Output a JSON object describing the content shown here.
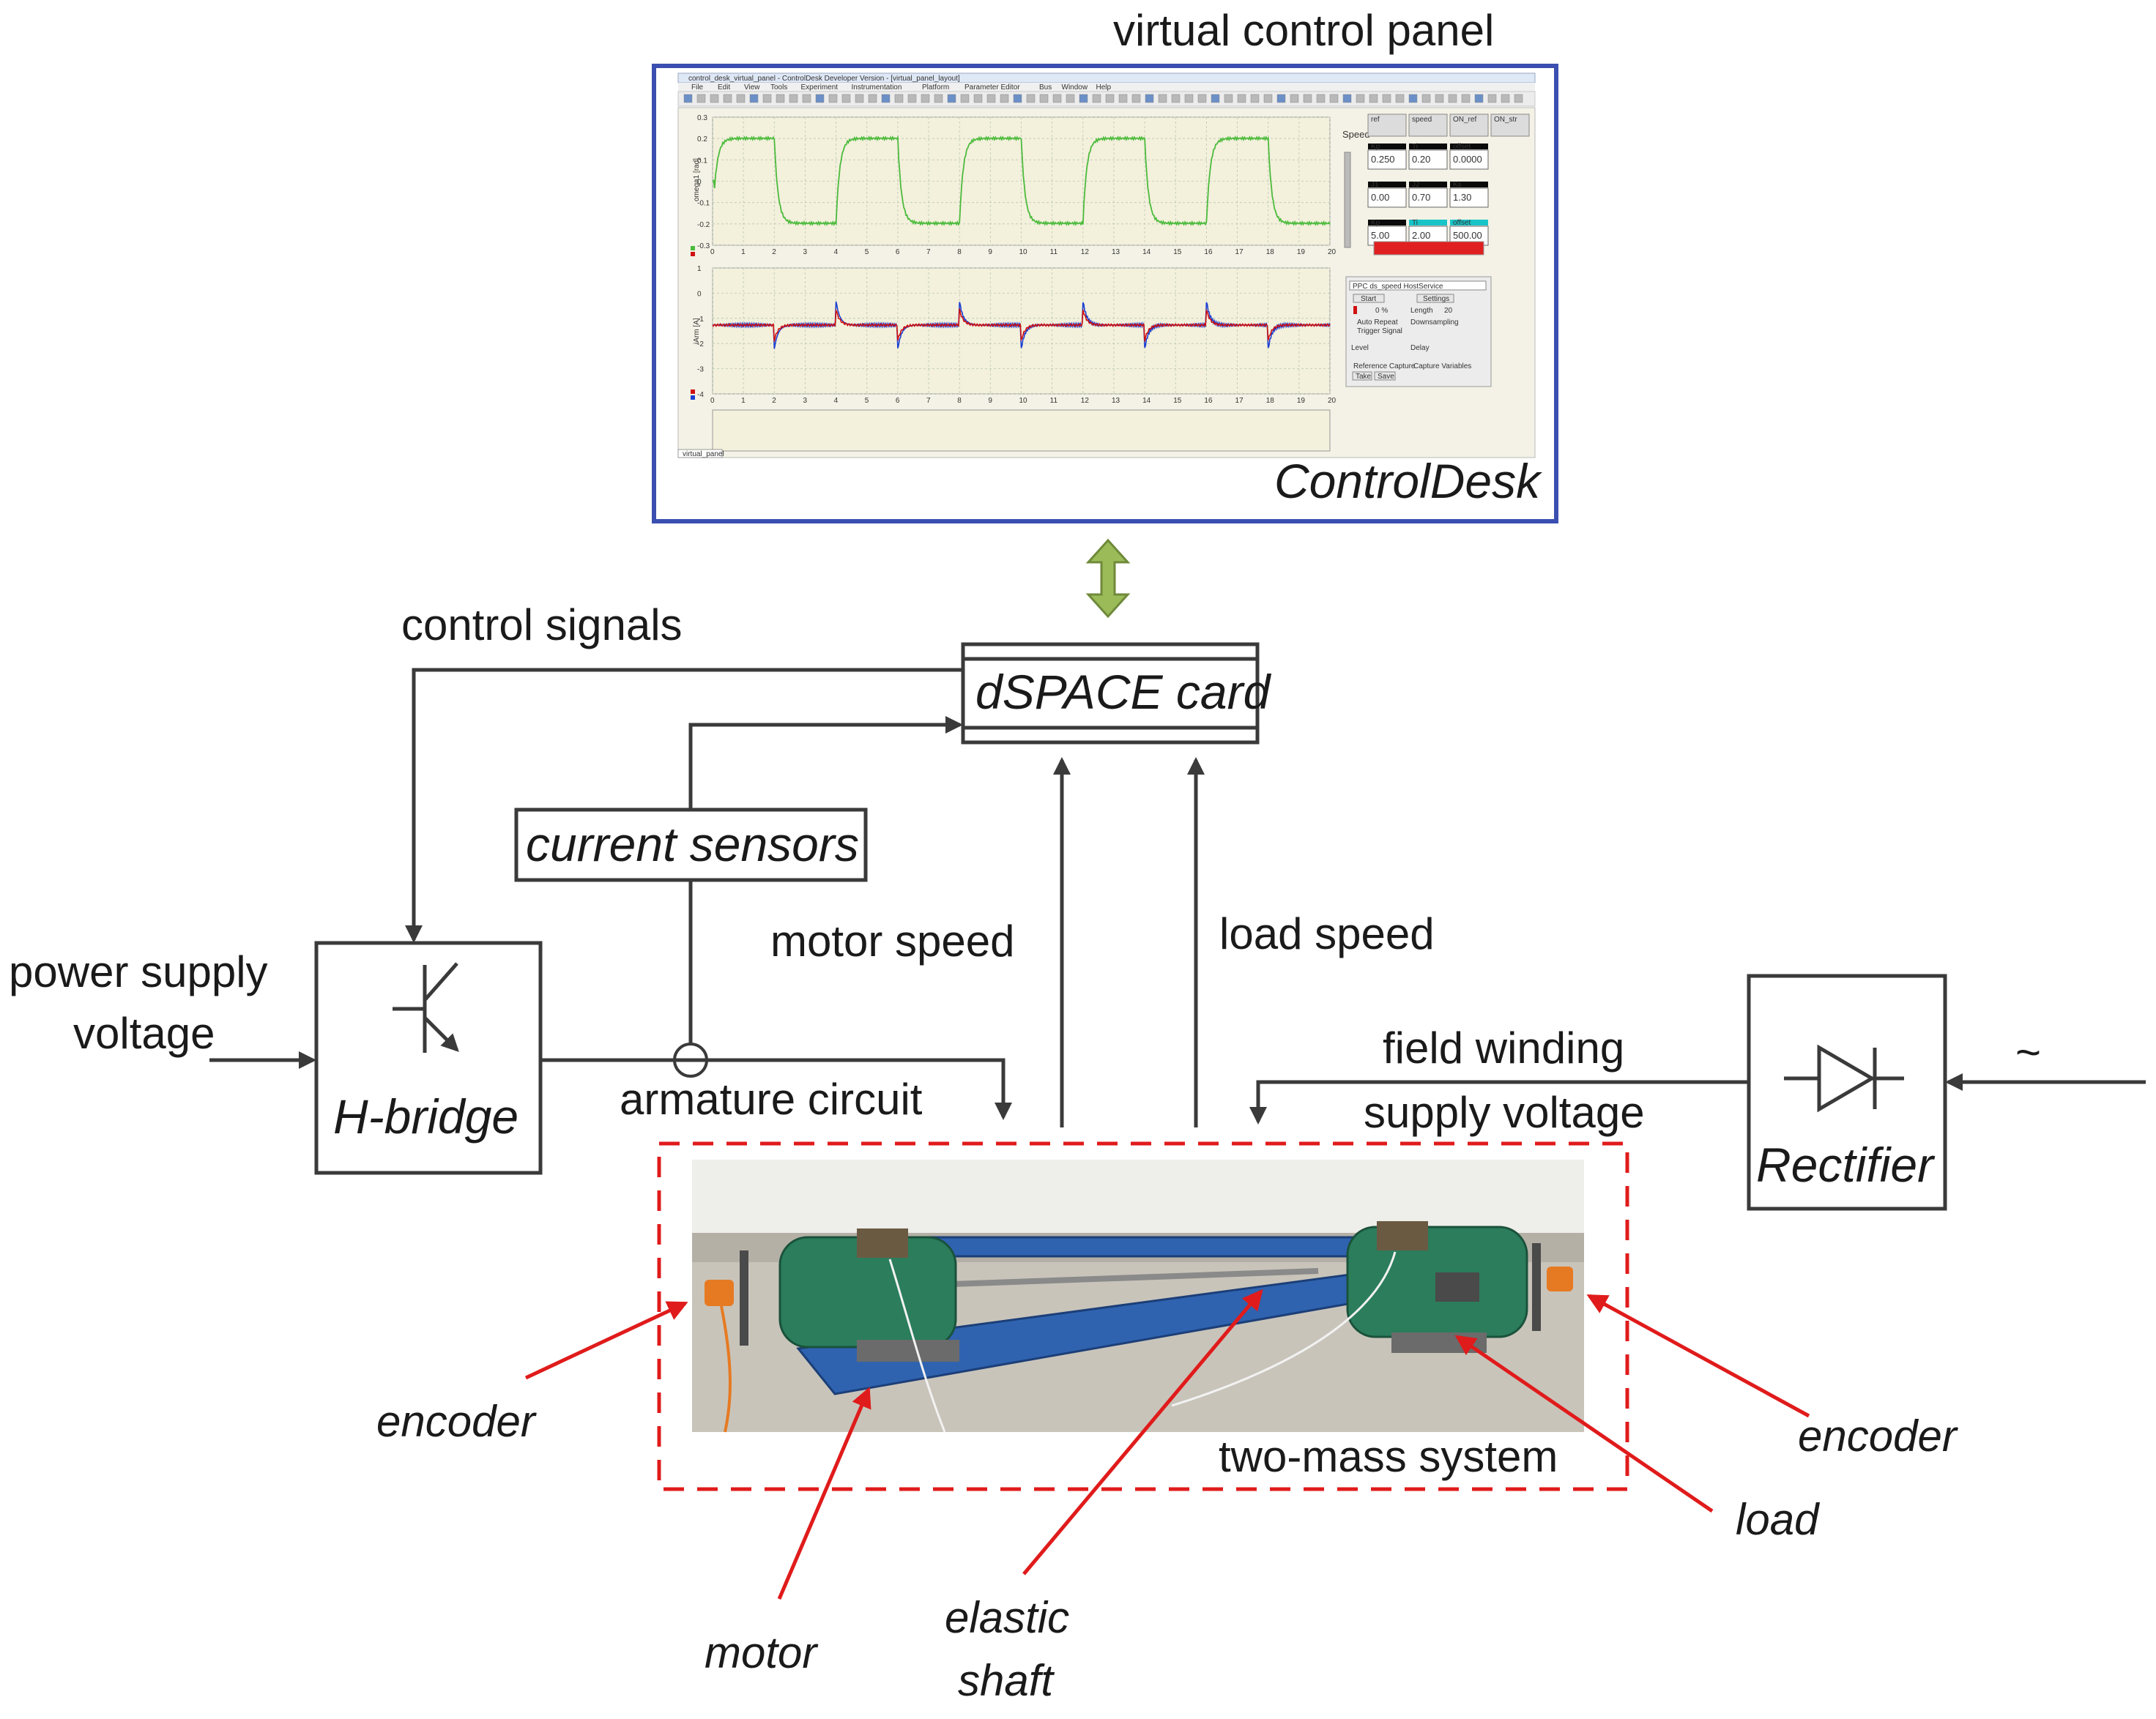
{
  "panel": {
    "title": "virtual control panel",
    "app_name": "ControlDesk",
    "window_title": "control_desk_virtual_panel - ControlDesk Developer Version - [virtual_panel_layout]",
    "menu": [
      "File",
      "Edit",
      "View",
      "Tools",
      "Experiment",
      "Instrumentation",
      "Platform",
      "Parameter Editor",
      "Bus",
      "Window",
      "Help"
    ],
    "tab_label": "virtual_panel",
    "plot1_ylabel": "omega1 [rad]",
    "plot2_ylabel": "iArm [A]",
    "x_ticks": [
      "0",
      "1",
      "2",
      "3",
      "4",
      "5",
      "6",
      "7",
      "8",
      "9",
      "10",
      "11",
      "12",
      "13",
      "14",
      "15",
      "16",
      "17",
      "18",
      "19",
      "20"
    ],
    "plot1_yticks": [
      "0.3",
      "0.2",
      "0.1",
      "0",
      "-0.1",
      "-0.2",
      "-0.3"
    ],
    "plot2_yticks": [
      "1",
      "0",
      "-1",
      "-2",
      "-3",
      "-4"
    ],
    "speed_label": "Speed",
    "side_values": [
      "0.250",
      "0.20",
      "0.0000",
      "0.00",
      "0.70",
      "1.30",
      "5.00",
      "2.00",
      "500.00"
    ],
    "side_headers": [
      "ref",
      "speed",
      "ON_ref",
      "ON_str",
      "Kp",
      "Ti",
      "offset",
      "J1",
      "J2",
      "Ks"
    ],
    "capture": {
      "dropdown": "PPC ds_speed HostService",
      "start": "Start",
      "settings": "Settings",
      "percent": "0 %",
      "length_label": "Length",
      "length_value": "20",
      "downsampling_label": "Downsampling",
      "auto_repeat": "Auto Repeat",
      "trigger_signal": "Trigger Signal",
      "level_label": "Level",
      "delay_label": "Delay",
      "reference_capture": "Reference Capture",
      "capture_variables": "Capture Variables",
      "take": "Take",
      "save": "Save"
    }
  },
  "blocks": {
    "dspace": "dSPACE card",
    "current_sensors": "current sensors",
    "hbridge": "H-bridge",
    "rectifier": "Rectifier"
  },
  "signals": {
    "control_signals": "control signals",
    "motor_speed": "motor speed",
    "load_speed": "load speed",
    "power_supply_line1": "power supply",
    "power_supply_line2": "voltage",
    "armature_circuit": "armature circuit",
    "field_line1": "field winding",
    "field_line2": "supply voltage",
    "ac_symbol": "~"
  },
  "system": {
    "label": "two-mass system",
    "encoder_left": "encoder",
    "encoder_right": "encoder",
    "motor": "motor",
    "shaft_line1": "elastic",
    "shaft_line2": "shaft",
    "load": "load"
  },
  "colors": {
    "panel_border": "#3b4fb0",
    "arrow_green": "#9bbb59",
    "annotation_red": "#e01b1b",
    "trace_green": "#4cbb3c",
    "trace_red": "#d01010",
    "trace_blue": "#1a3fd0"
  }
}
